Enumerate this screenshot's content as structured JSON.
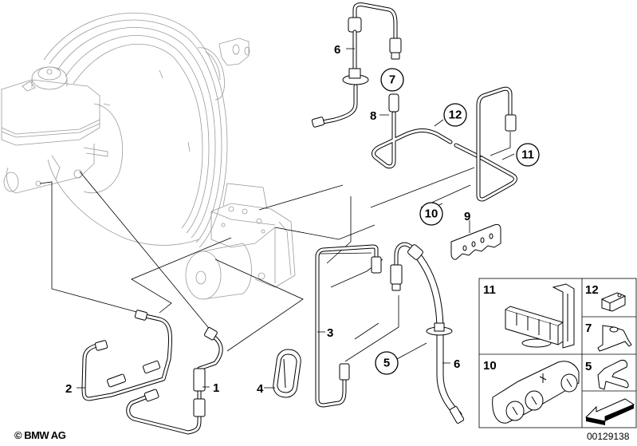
{
  "diagram": {
    "type": "exploded parts diagram",
    "subject": "Brake pipe / brake hose assembly with brake booster, master cylinder and ABS hydraulic unit",
    "callouts_plain": [
      {
        "id": "1",
        "label": "1"
      },
      {
        "id": "2",
        "label": "2"
      },
      {
        "id": "3",
        "label": "3"
      },
      {
        "id": "4",
        "label": "4"
      },
      {
        "id": "6a",
        "label": "6"
      },
      {
        "id": "6b",
        "label": "6"
      },
      {
        "id": "8",
        "label": "8"
      },
      {
        "id": "9",
        "label": "9"
      }
    ],
    "callouts_circled": [
      {
        "id": "5",
        "label": "5"
      },
      {
        "id": "7",
        "label": "7"
      },
      {
        "id": "10",
        "label": "10"
      },
      {
        "id": "11",
        "label": "11"
      },
      {
        "id": "12",
        "label": "12"
      }
    ],
    "inset_panels": [
      {
        "id": "11",
        "label": "11",
        "part": "multi-pipe holder clip"
      },
      {
        "id": "12",
        "label": "12",
        "part": "single pipe clip"
      },
      {
        "id": "7",
        "label": "7",
        "part": "bracket clip"
      },
      {
        "id": "10",
        "label": "10",
        "part": "triple pipe holder"
      },
      {
        "id": "5",
        "label": "5",
        "part": "hose retaining clip"
      },
      {
        "id": "arrow",
        "label": "",
        "part": "direction-of-travel arrow"
      }
    ]
  },
  "footer": {
    "copyright": "© BMW AG",
    "diagram_number": "00129138"
  }
}
